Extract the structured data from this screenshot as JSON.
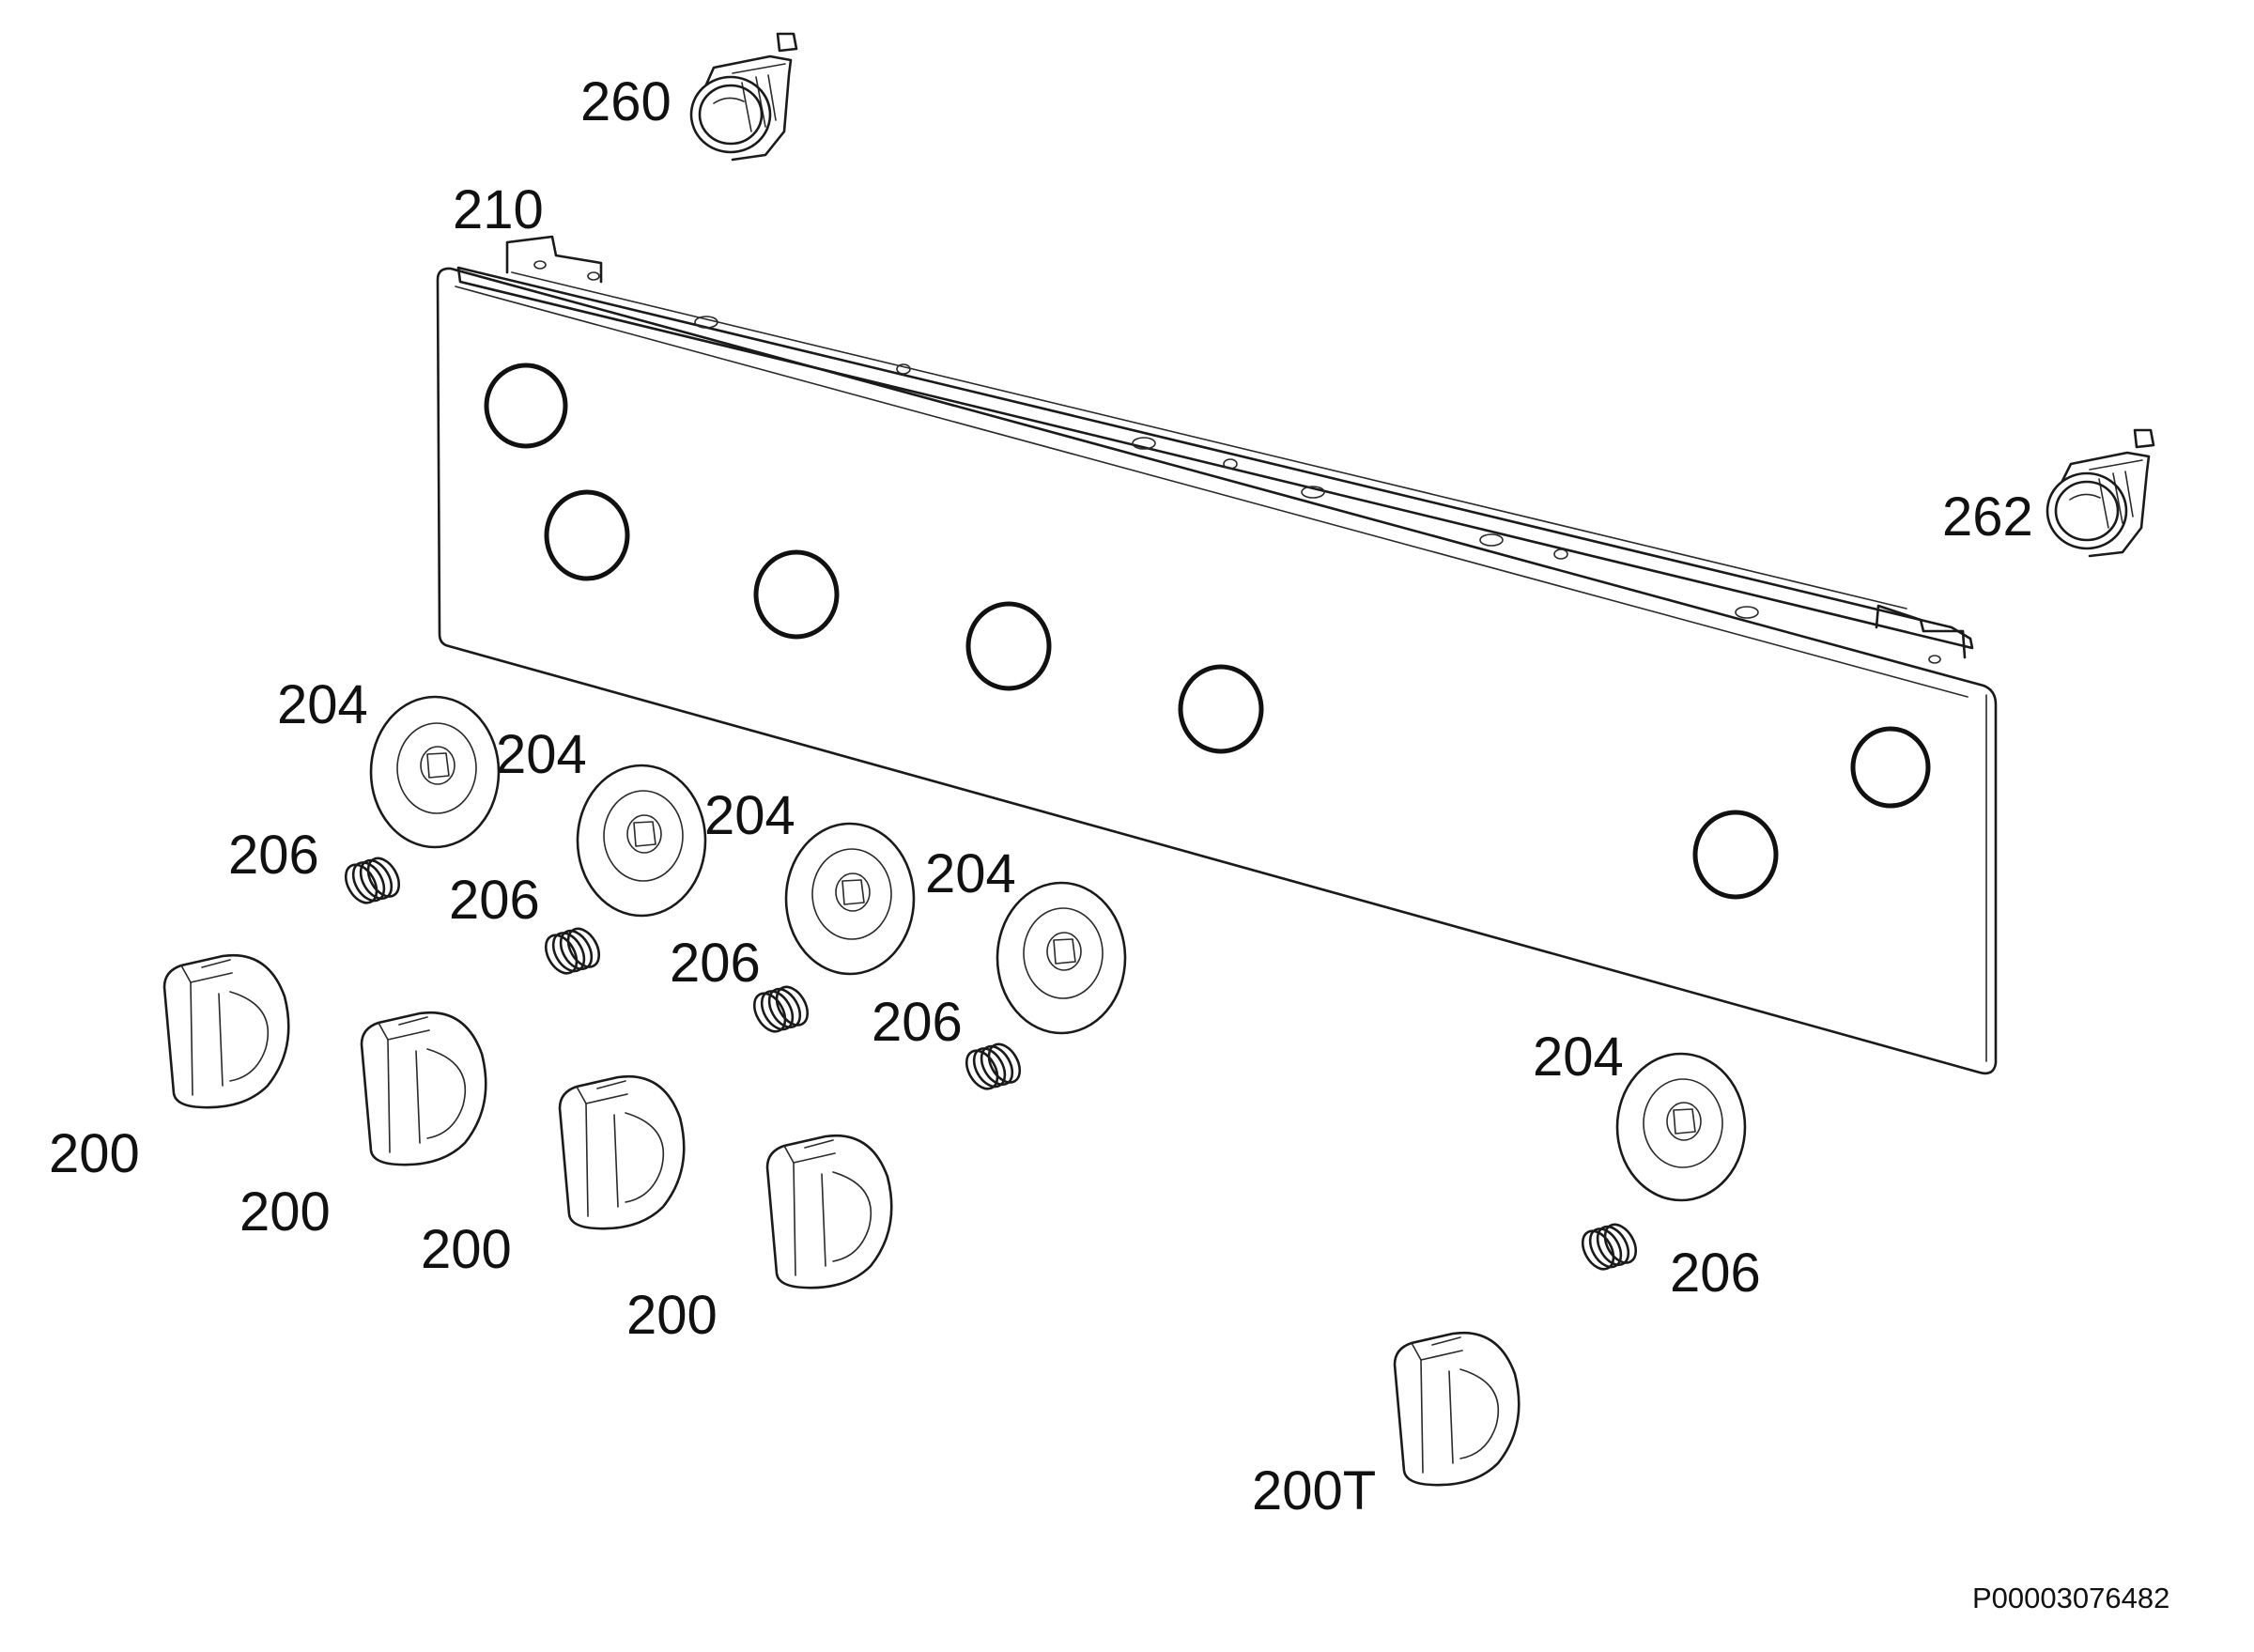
{
  "callouts": {
    "lamp_left": "260",
    "panel": "210",
    "lamp_right": "262",
    "escutcheon": "204",
    "spring": "206",
    "knob": "200",
    "knob_t": "200T"
  },
  "document_number": "P00003076482"
}
